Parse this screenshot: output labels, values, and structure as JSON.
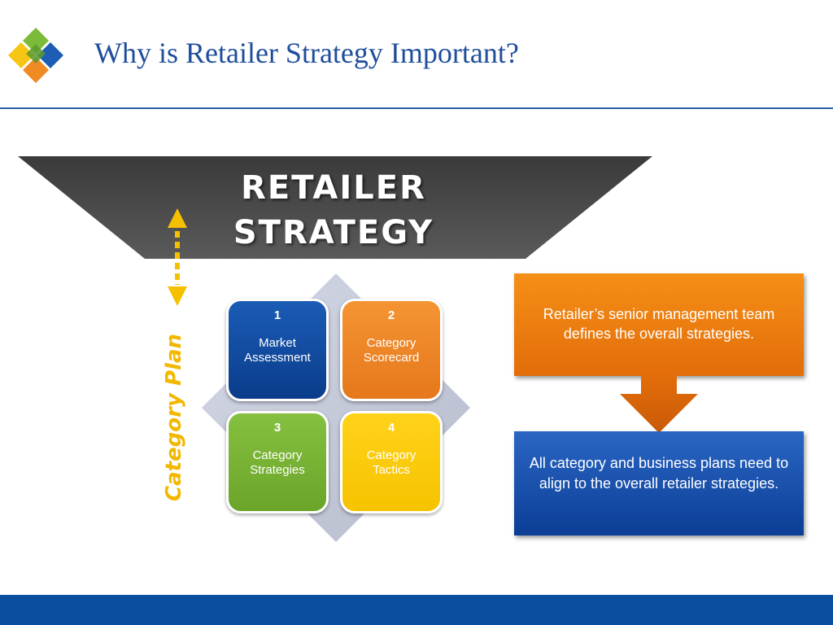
{
  "header": {
    "title": "Why is Retailer Strategy Important?"
  },
  "funnel": {
    "line1": "RETAILER",
    "line2": "STRATEGY"
  },
  "side_label": "Category Plan",
  "quadrants": [
    {
      "num": "1",
      "label": "Market Assessment",
      "color": "#0f4ba3"
    },
    {
      "num": "2",
      "label": "Category Scorecard",
      "color": "#f08424"
    },
    {
      "num": "3",
      "label": "Category Strategies",
      "color": "#7cb535"
    },
    {
      "num": "4",
      "label": "Category Tactics",
      "color": "#fbc80a"
    }
  ],
  "callouts": {
    "top": "Retailer’s senior management team defines the overall strategies.",
    "bottom": "All category and business plans need to align to the overall retailer strategies."
  },
  "colors": {
    "title": "#1f4e9c",
    "rule": "#2a5ea8",
    "footer": "#0b4d9f",
    "funnel": "#4a4a4a",
    "accent_yellow": "#f2b800",
    "callout_orange": "#f07d10",
    "callout_blue": "#1a52ad"
  }
}
